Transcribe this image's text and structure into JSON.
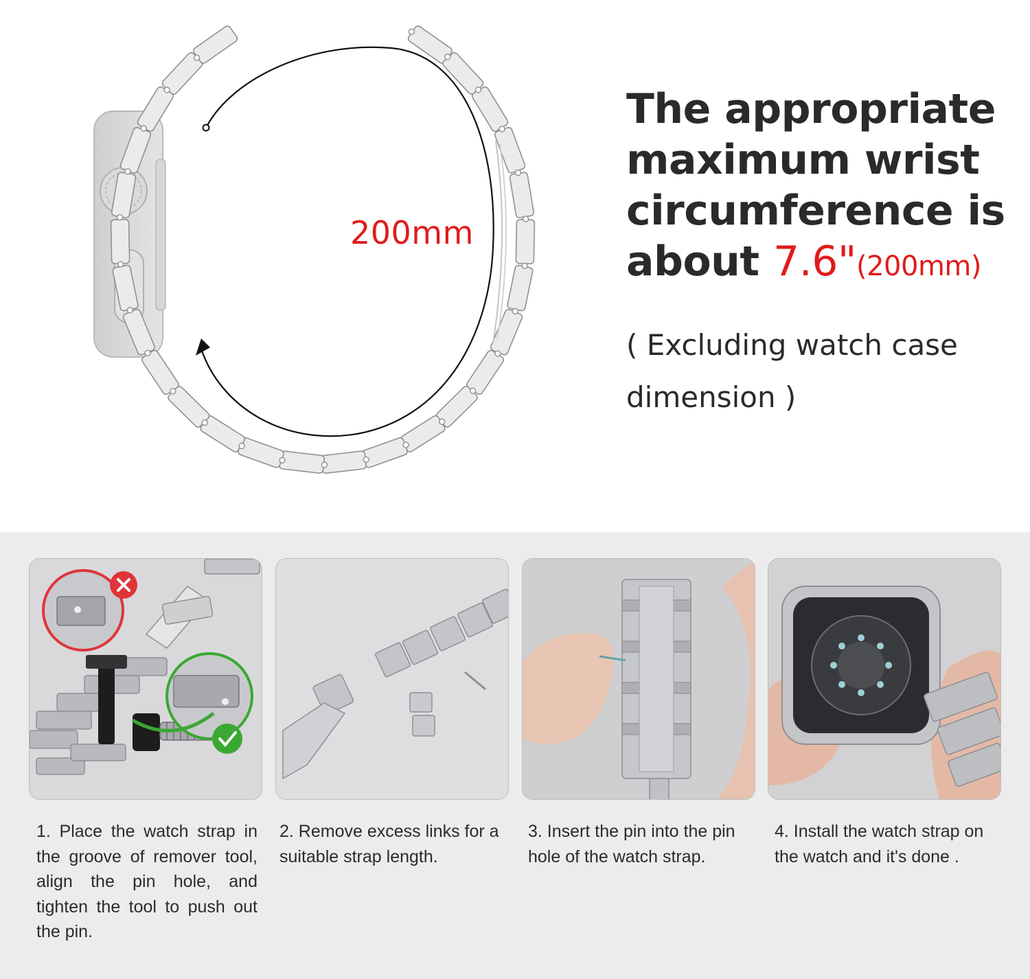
{
  "measurement": {
    "label": "200mm"
  },
  "headline": {
    "line1": "The appropriate",
    "line2": "maximum wrist",
    "line3": "circumference is",
    "line4_prefix": "about ",
    "value_inch": "7.6\"",
    "value_mm": "(200mm)"
  },
  "note": {
    "line1": "( Excluding watch case",
    "line2": "dimension )"
  },
  "steps": [
    {
      "text": "1.  Place the watch strap in the groove of remover tool, align the pin hole, and tighten the tool to push out the pin."
    },
    {
      "text": "2. Remove excess links for a suitable strap length."
    },
    {
      "text": "3. Insert the pin into the pin hole of the watch strap."
    },
    {
      "text": "4. Install the watch strap on the watch and it's done ."
    }
  ],
  "icons": {
    "wrong": "x-mark-icon",
    "correct": "check-mark-icon"
  },
  "colors": {
    "accent_red": "#e01b1b",
    "correct_green": "#3aa832",
    "wrong_red": "#e0343a"
  }
}
